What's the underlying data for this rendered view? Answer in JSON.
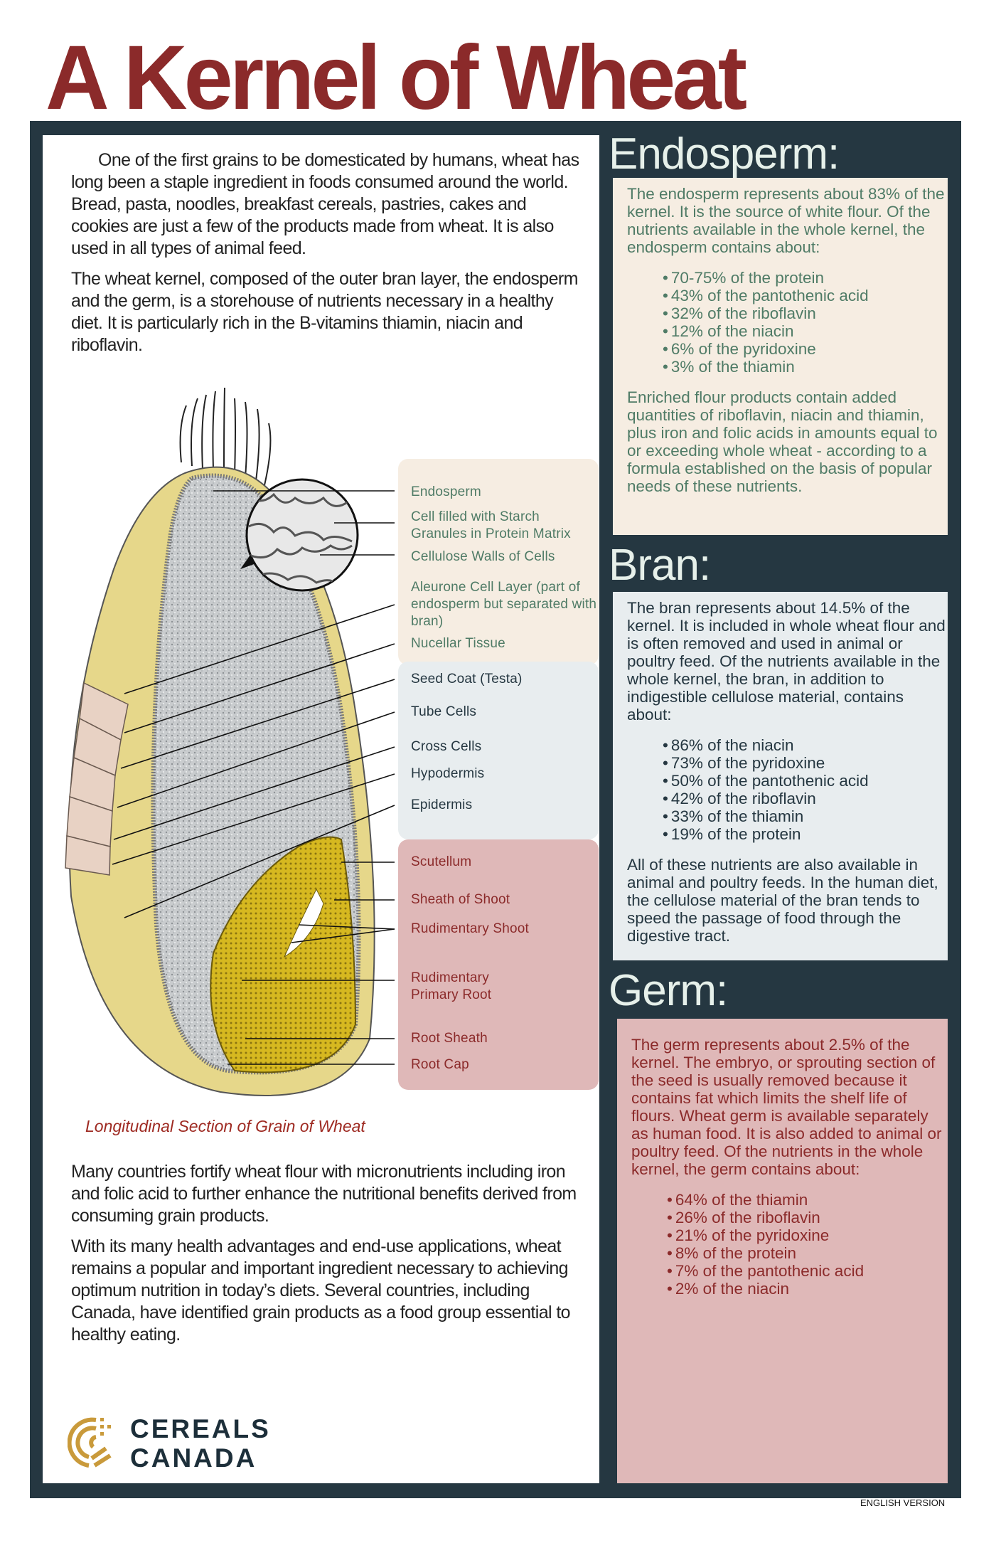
{
  "title": "A Kernel of Wheat",
  "intro": [
    "One of the first grains to be domesticated by humans, wheat has long been a staple ingredient in foods consumed around the world. Bread, pasta, noodles, breakfast cereals, pastries, cakes and cookies are just a few of the products made from wheat. It is also used in all types of animal feed.",
    "The wheat kernel, composed of the outer bran layer, the endosperm and the germ, is a storehouse of nutrients necessary in a healthy diet. It is particularly rich in the B-vitamins thiamin, niacin and riboflavin."
  ],
  "diagram": {
    "caption": "Longitudinal Section of Grain of Wheat",
    "endosperm_labels": [
      "Endosperm",
      "Cell filled with Starch Granules in Protein Matrix",
      "Cellulose Walls of Cells",
      "Aleurone Cell Layer (part of endosperm but separated with bran)",
      "Nucellar Tissue"
    ],
    "bran_labels": [
      "Seed Coat (Testa)",
      "Tube Cells",
      "Cross Cells",
      "Hypodermis",
      "Epidermis"
    ],
    "germ_labels": [
      "Scutellum",
      "Sheath of Shoot",
      "Rudimentary Shoot",
      "Rudimentary Primary Root",
      "Root Sheath",
      "Root Cap"
    ]
  },
  "outro": [
    "Many countries fortify wheat flour with micronutrients including iron and folic acid to further enhance the nutritional benefits derived from consuming grain products.",
    "With its many health advantages and end-use applications, wheat remains a popular and important ingredient necessary to achieving optimum nutrition in today’s diets. Several countries, including Canada, have identified grain products as a food group essential to healthy eating."
  ],
  "logo": {
    "line1": "CEREALS",
    "line2": "CANADA"
  },
  "endosperm": {
    "heading": "Endosperm:",
    "intro": "The endosperm represents about 83% of the kernel. It is the source of white flour. Of the nutrients available in the whole kernel, the endosperm contains about:",
    "items": [
      "70-75% of the protein",
      "43% of the pantothenic acid",
      "32% of the riboflavin",
      "12% of the niacin",
      "6% of the pyridoxine",
      "3% of the thiamin"
    ],
    "outro": "Enriched flour products contain added quantities of riboflavin, niacin and thiamin, plus iron and folic acids in amounts equal to or exceeding whole wheat - according to a formula established on the basis of popular needs of these nutrients."
  },
  "bran": {
    "heading": "Bran:",
    "intro": "The bran represents about 14.5% of the kernel. It is included in whole wheat flour and is often removed and used in animal or poultry feed. Of the nutrients available in the whole kernel, the bran, in addition to indigestible cellulose material, contains about:",
    "items": [
      "86% of the niacin",
      "73% of the pyridoxine",
      "50% of the pantothenic acid",
      "42% of the riboflavin",
      "33% of the thiamin",
      "19% of the protein"
    ],
    "outro": "All of these nutrients are also available in animal and poultry feeds. In the human diet, the cellulose material of the bran tends to speed the passage of food through the digestive tract."
  },
  "germ": {
    "heading": "Germ:",
    "intro": "The germ represents about 2.5% of the kernel. The embryo, or sprouting section of the seed is usually removed because it contains fat which limits the shelf life of flours. Wheat germ is available separately as human food. It is also added to animal or poultry feed. Of the nutrients in the whole kernel, the germ contains about:",
    "items": [
      "64% of the thiamin",
      "26% of the riboflavin",
      "21% of the pyridoxine",
      "8% of the protein",
      "7% of the pantothenic acid",
      "2% of the niacin"
    ]
  },
  "footer": "ENGLISH VERSION",
  "colors": {
    "title": "#8b2a2a",
    "frame": "#253741",
    "endosperm_bg": "#f6ede2",
    "bran_bg": "#e8edef",
    "germ_bg": "#dfb8b8",
    "logo_gold": "#c99a3b"
  }
}
